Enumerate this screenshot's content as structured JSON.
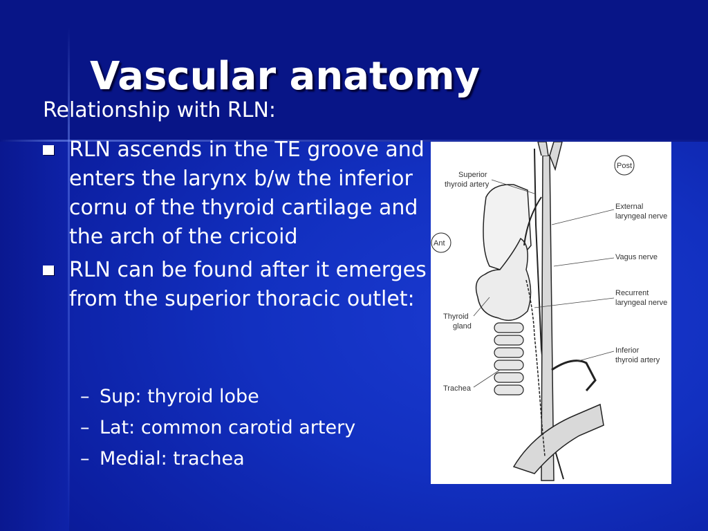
{
  "slide": {
    "title": "Vascular anatomy",
    "intro": "Relationship with RLN:",
    "bullets": [
      "RLN ascends in the TE groove and enters the larynx b/w the inferior cornu of the thyroid cartilage and the arch of the cricoid",
      "RLN can be found after it emerges from the superior thoracic outlet:"
    ],
    "sub_bullets": [
      "Sup: thyroid lobe",
      "Lat: common carotid artery",
      "Medial:  trachea"
    ],
    "dash": "–"
  },
  "figure": {
    "labels": {
      "post": "Post",
      "ant": "Ant",
      "superior_thyroid_artery_1": "Superior",
      "superior_thyroid_artery_2": "thyroid artery",
      "external_laryngeal_nerve_1": "External",
      "external_laryngeal_nerve_2": "laryngeal nerve",
      "vagus_nerve": "Vagus nerve",
      "recurrent_laryngeal_nerve_1": "Recurrent",
      "recurrent_laryngeal_nerve_2": "laryngeal nerve",
      "thyroid_gland_1": "Thyroid",
      "thyroid_gland_2": "gland",
      "inferior_thyroid_artery_1": "Inferior",
      "inferior_thyroid_artery_2": "thyroid artery",
      "trachea": "Trachea"
    }
  },
  "colors": {
    "background": "#1230c0",
    "text": "#ffffff",
    "figure_background": "#ffffff",
    "artery_fill": "#d9d9d9",
    "outline": "#222222"
  }
}
